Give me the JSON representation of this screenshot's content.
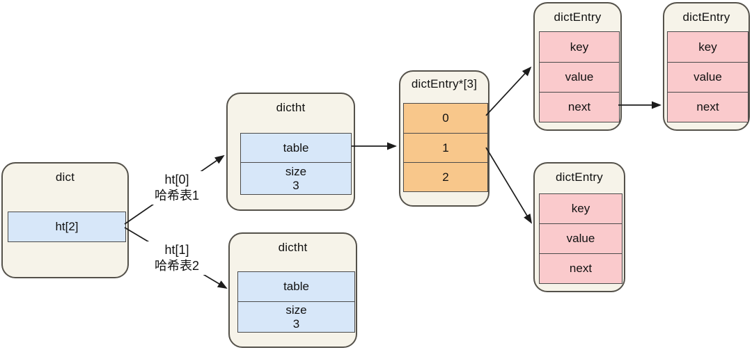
{
  "nodes": {
    "dict": {
      "title": "dict",
      "cell": "ht[2]"
    },
    "dictht_top": {
      "title": "dictht",
      "table": "table",
      "size_label": "size",
      "size_value": "3"
    },
    "dictht_bottom": {
      "title": "dictht",
      "table": "table",
      "size_label": "size",
      "size_value": "3"
    },
    "entry_array": {
      "title": "dictEntry*[3]",
      "slots": [
        "0",
        "1",
        "2"
      ]
    },
    "entry_chain_1": {
      "title": "dictEntry",
      "fields": [
        "key",
        "value",
        "next"
      ]
    },
    "entry_chain_2": {
      "title": "dictEntry",
      "fields": [
        "key",
        "value",
        "next"
      ]
    },
    "entry_bucket_1": {
      "title": "dictEntry",
      "fields": [
        "key",
        "value",
        "next"
      ]
    }
  },
  "labels": {
    "ht0": {
      "line1": "ht[0]",
      "line2": "哈希表1"
    },
    "ht1": {
      "line1": "ht[1]",
      "line2": "哈希表2"
    }
  },
  "colors": {
    "background": "#ffffff",
    "node_fill": "#f6f3e9",
    "node_border": "#54514a",
    "cell_blue": "#d7e7f9",
    "cell_orange": "#f8c78b",
    "cell_pink": "#facacc",
    "cell_border": "#4a4a4a",
    "arrow": "#1c1c1c"
  }
}
